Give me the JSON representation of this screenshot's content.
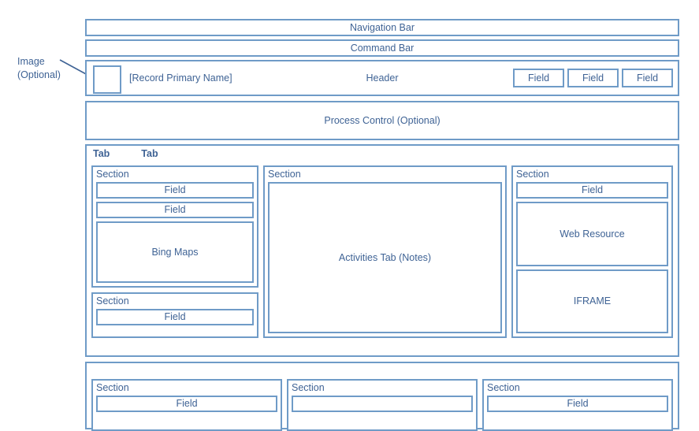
{
  "annotation": {
    "line1": "Image",
    "line2": "(Optional)",
    "arrow_icon": "arrow-pointer-icon"
  },
  "colors": {
    "border": "#6f9bc7",
    "text": "#3f6395",
    "background": "#ffffff"
  },
  "bars": {
    "navigation": "Navigation Bar",
    "command": "Command Bar"
  },
  "header": {
    "image_placeholder": "",
    "record_primary_name": "[Record Primary Name]",
    "center_label": "Header",
    "fields": [
      "Field",
      "Field",
      "Field"
    ]
  },
  "process_control": {
    "label": "Process Control (Optional)"
  },
  "tabs": {
    "items": [
      "Tab",
      "Tab"
    ]
  },
  "body": {
    "left_column": {
      "section_top": {
        "title": "Section",
        "field_1": "Field",
        "field_2": "Field",
        "control": "Bing Maps"
      },
      "section_bottom": {
        "title": "Section",
        "field_1": "Field"
      }
    },
    "middle_column": {
      "section": {
        "title": "Section",
        "control": "Activities Tab (Notes)"
      }
    },
    "right_column": {
      "section": {
        "title": "Section",
        "field_1": "Field",
        "control_1": "Web Resource",
        "control_2": "IFRAME"
      }
    }
  },
  "bottom_tab": {
    "sections": [
      {
        "title": "Section",
        "field_1": "Field"
      },
      {
        "title": "Section",
        "field_1": ""
      },
      {
        "title": "Section",
        "field_1": "Field"
      }
    ]
  }
}
